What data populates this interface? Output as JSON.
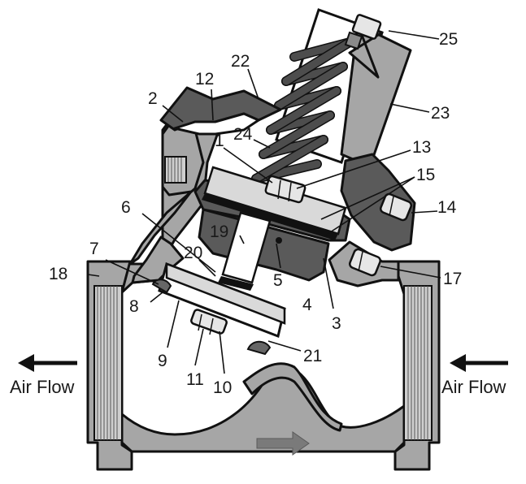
{
  "labels": {
    "l1": "1",
    "l2": "2",
    "l3": "3",
    "l4": "4",
    "l5": "5",
    "l6": "6",
    "l7": "7",
    "l8": "8",
    "l9": "9",
    "l10": "10",
    "l11": "11",
    "l12": "12",
    "l13": "13",
    "l14": "14",
    "l15": "15",
    "l17": "17",
    "l18": "18",
    "l19": "19",
    "l20": "20",
    "l21": "21",
    "l22": "22",
    "l23": "23",
    "l24": "24",
    "l25": "25"
  },
  "flow": {
    "left_label": "Air Flow",
    "right_label": "Air Flow"
  },
  "colors": {
    "body": "#a6a6a6",
    "dark_parts": "#5a5a5a",
    "spring": "#4d4d4d",
    "flow_arrow": "#7a7a7a"
  }
}
